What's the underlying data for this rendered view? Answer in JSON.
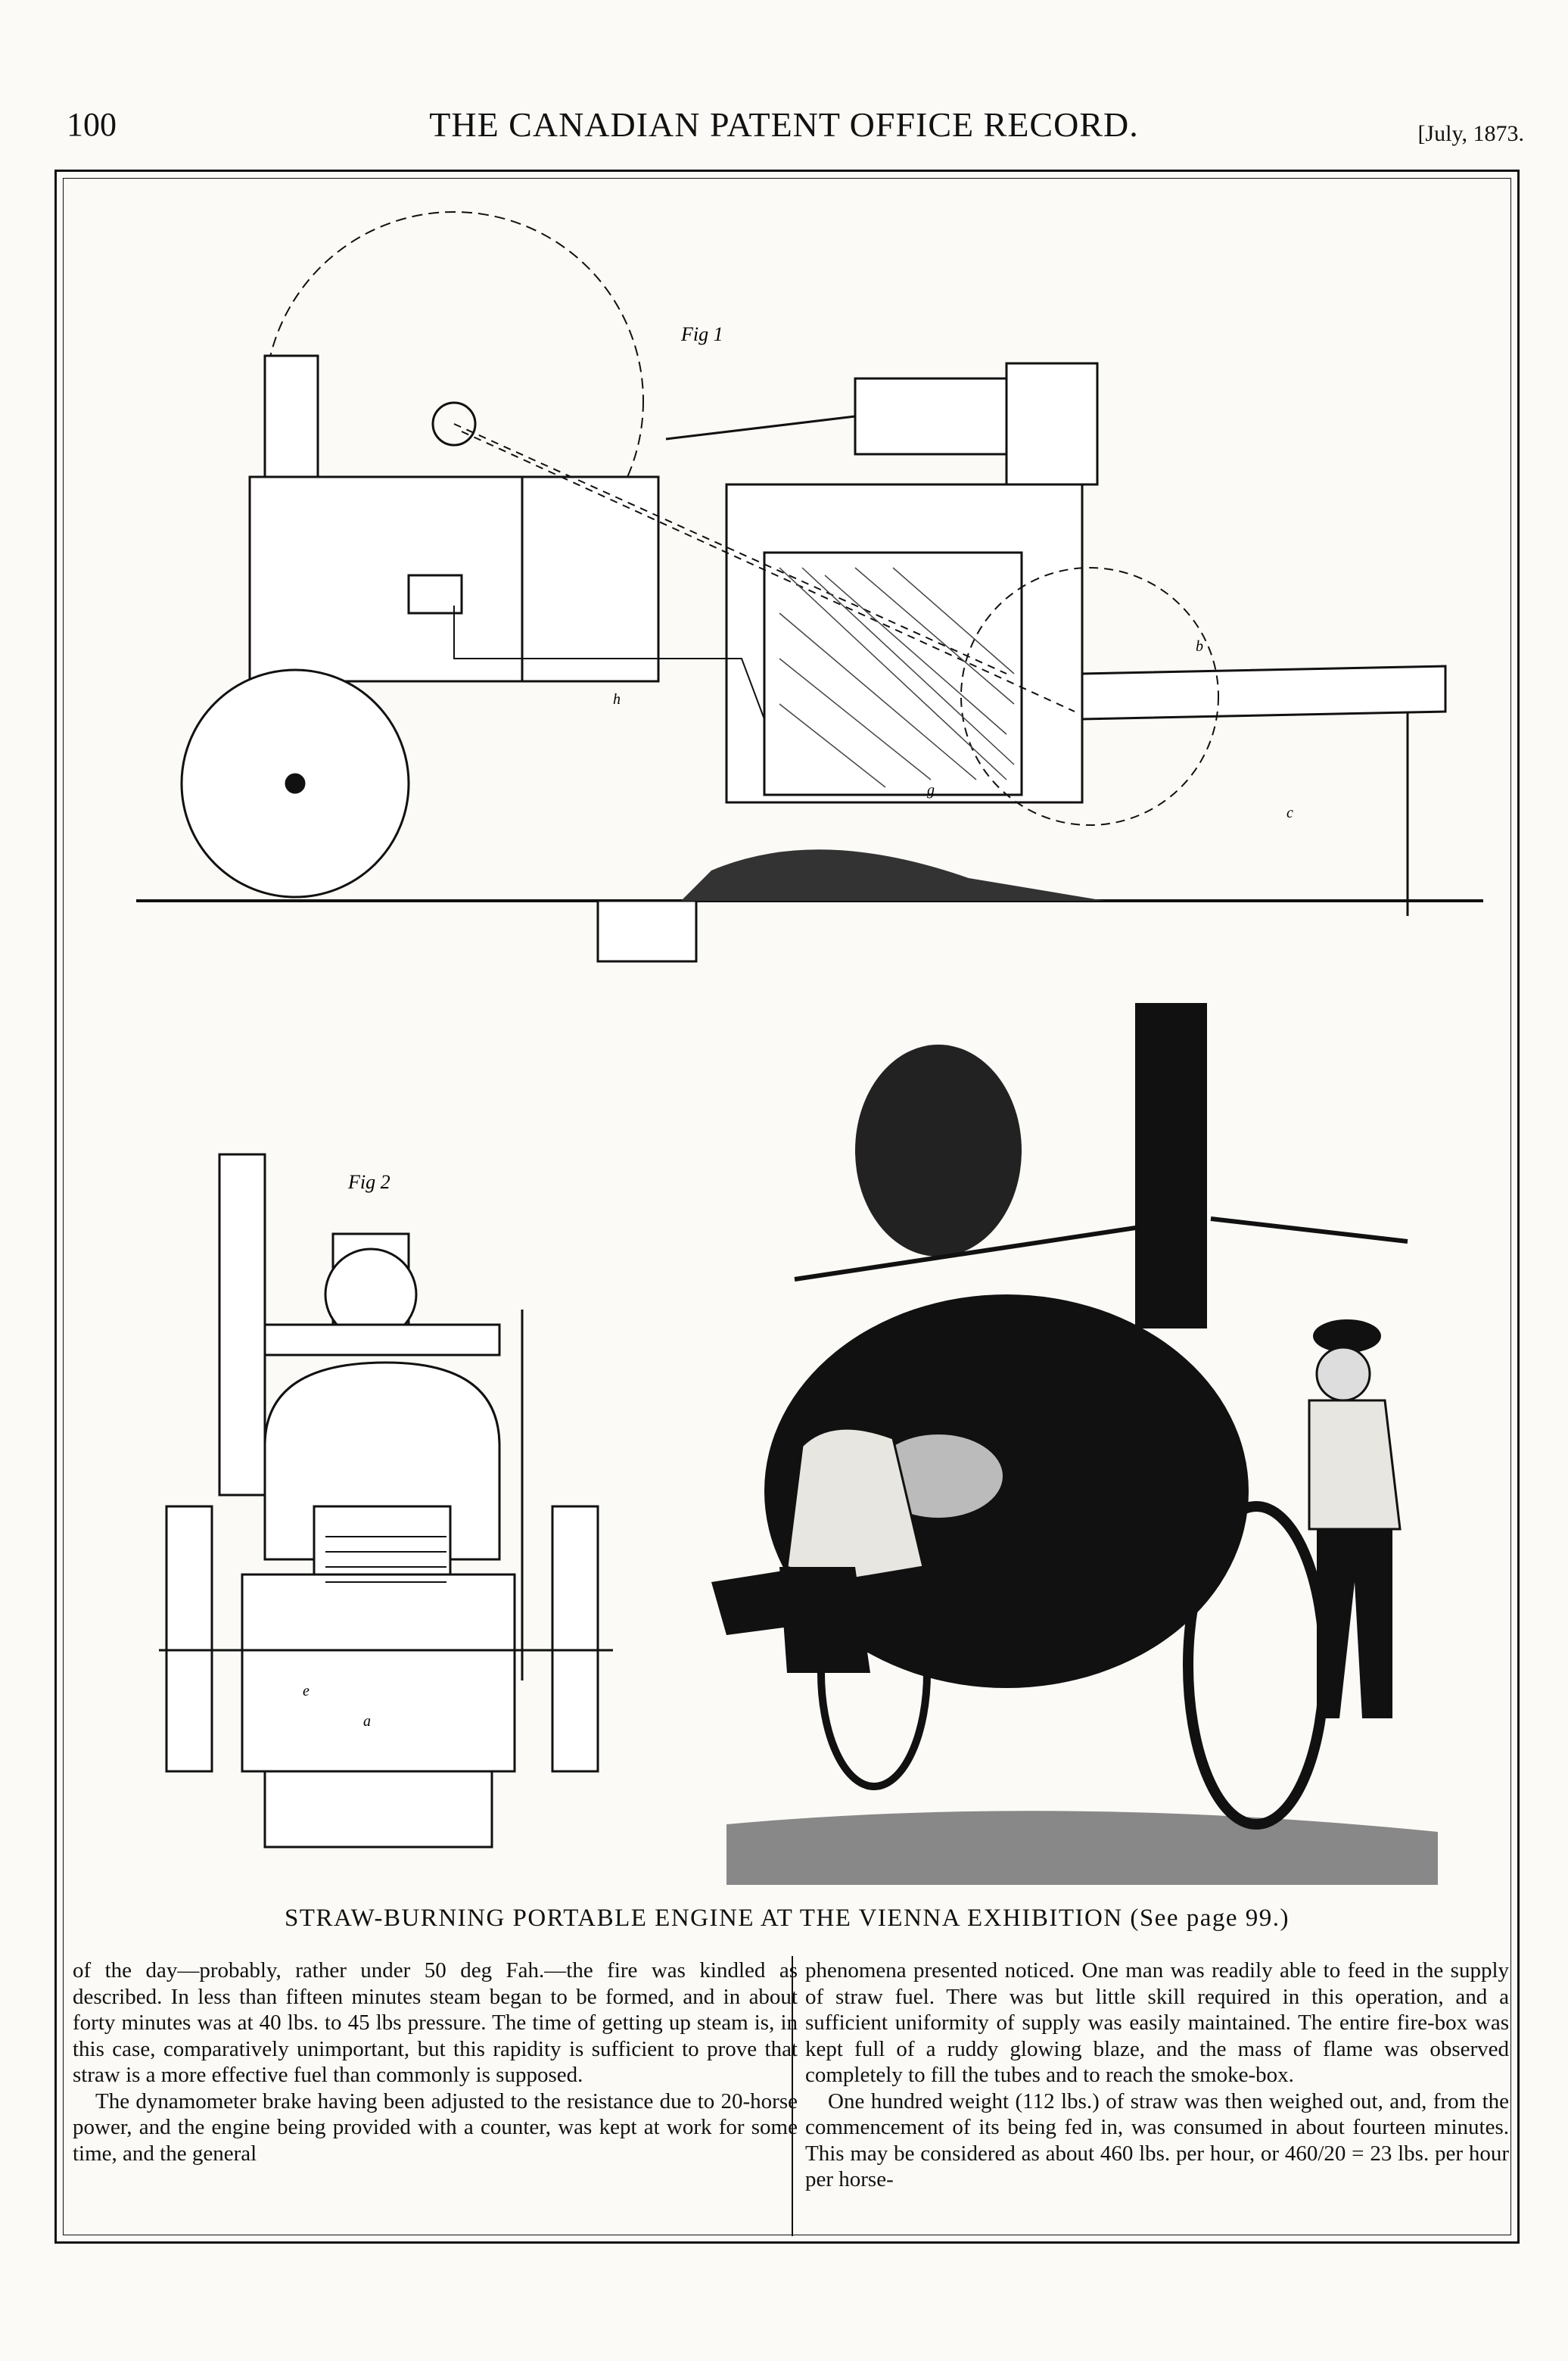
{
  "header": {
    "page_number": "100",
    "journal_title": "THE CANADIAN PATENT OFFICE RECORD.",
    "issue_date": "[July, 1873."
  },
  "figures": {
    "fig1_label": "Fig 1",
    "fig2_label": "Fig 2",
    "part_letters": [
      "h",
      "b",
      "c",
      "g",
      "e",
      "a"
    ]
  },
  "caption": "STRAW-BURNING PORTABLE ENGINE AT THE VIENNA EXHIBITION (See page 99.)",
  "article": {
    "left_paragraphs": [
      "of the day—probably, rather under 50 deg Fah.—the fire was kindled as described. In less than fifteen minutes steam began to be formed, and in about forty minutes was at 40 lbs. to 45 lbs pressure. The time of getting up steam is, in this case, comparatively unimportant, but this rapidity is sufficient to prove that straw is a more effective fuel than commonly is supposed.",
      "The dynamometer brake having been adjusted to the resistance due to 20-horse power, and the engine being provided with a counter, was kept at work for some time, and the general"
    ],
    "right_paragraphs": [
      "phenomena presented noticed. One man was readily able to feed in the supply of straw fuel. There was but little skill required in this operation, and a sufficient uniformity of supply was easily maintained. The entire fire-box was kept full of a ruddy glowing blaze, and the mass of flame was observed completely to fill the tubes and to reach the smoke-box.",
      "One hundred weight (112 lbs.) of straw was then weighed out, and, from the commencement of its being fed in, was consumed in about fourteen minutes. This may be considered as about 460 lbs. per hour, or 460/20 = 23 lbs. per hour per horse-"
    ]
  }
}
